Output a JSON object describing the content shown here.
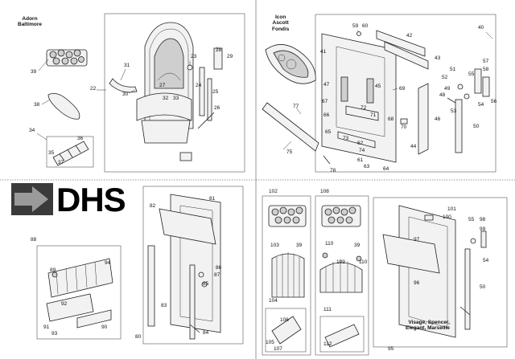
{
  "logo": {
    "text": "DHS"
  },
  "sections": {
    "top_left_title": "Adorn\nBaltimore",
    "top_right_title": "Icon\nAscott\nFondis",
    "bottom_right_title": "Visage, Spencer,\nElegant, Marseille"
  },
  "callouts": {
    "top_left": [
      "39",
      "38",
      "34",
      "35",
      "36",
      "37",
      "22",
      "31",
      "30",
      "23",
      "28",
      "29",
      "24",
      "25",
      "27",
      "32",
      "33",
      "26"
    ],
    "top_right": [
      "77",
      "75",
      "78",
      "41",
      "47",
      "45",
      "67",
      "72",
      "71",
      "68",
      "66",
      "65",
      "73",
      "74",
      "62",
      "61",
      "63",
      "64",
      "59",
      "60",
      "42",
      "43",
      "40",
      "69",
      "70",
      "44",
      "46",
      "52",
      "51",
      "57",
      "58",
      "55",
      "49",
      "48",
      "54",
      "53",
      "50",
      "56"
    ],
    "bottom_left": [
      "88",
      "89",
      "94",
      "92",
      "93",
      "91",
      "90",
      "82",
      "81",
      "80",
      "83",
      "86",
      "87",
      "85",
      "84"
    ],
    "bottom_middle": [
      "102",
      "39",
      "103",
      "104",
      "105",
      "106",
      "107",
      "108",
      "39",
      "110",
      "109",
      "110",
      "111",
      "112"
    ],
    "bottom_right": [
      "101",
      "100",
      "98",
      "99",
      "97",
      "55",
      "54",
      "96",
      "50",
      "95"
    ]
  }
}
